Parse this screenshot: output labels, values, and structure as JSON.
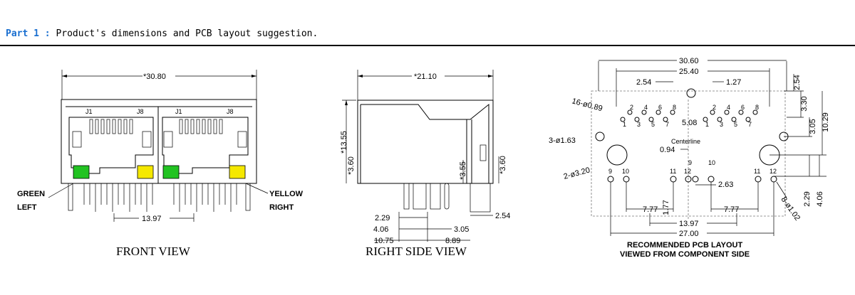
{
  "header": {
    "part_label": "Part 1",
    "separator": " : ",
    "title": "Product's dimensions and PCB layout suggestion."
  },
  "front_view": {
    "caption": "FRONT VIEW",
    "dim_width": "*30.80",
    "dim_pitch": "13.97",
    "pins_left": [
      "J1",
      "J8"
    ],
    "pins_right": [
      "J1",
      "J8"
    ],
    "led_left_label": "GREEN",
    "led_left_sub": "LEFT",
    "led_right_label": "YELLOW",
    "led_right_sub": "RIGHT",
    "colors": {
      "green": "#22c322",
      "yellow": "#f5e800"
    }
  },
  "side_view": {
    "caption": "RIGHT SIDE VIEW",
    "dim_depth": "*21.10",
    "dim_height": "*13.55",
    "dim_left_small": "*3.60",
    "dim_right_a": "*3.55",
    "dim_right_b": "*3.60",
    "dims_bottom": [
      "2.29",
      "4.06",
      "3.05",
      "10.75",
      "8.89",
      "2.54"
    ]
  },
  "pcb_layout": {
    "caption_line1": "RECOMMENDED PCB LAYOUT",
    "caption_line2": "VIEWED FROM COMPONENT SIDE",
    "centerline_label": "Centerline",
    "dims": {
      "overall": "30.60",
      "inner": "25.40",
      "pitch_a": "2.54",
      "pitch_b": "1.27",
      "side_a": "2.54",
      "side_b": "3.30",
      "side_c": "3.05",
      "side_d": "10.29",
      "hole16": "16-ø0.89",
      "hole3": "3-ø1.63",
      "hole2": "2-ø3.20",
      "hole8": "8-ø1.02",
      "center_offset": "5.08",
      "offset_small": "0.94",
      "offset_led": "2.63",
      "led_v": "1.77",
      "led_pitch_a": "7.77",
      "led_pitch_b": "7.77",
      "bottom_a": "13.97",
      "bottom_b": "27.00",
      "right_a": "2.29",
      "right_b": "4.06"
    },
    "pin_numbers_top": [
      "2",
      "4",
      "6",
      "8",
      "2",
      "4",
      "6",
      "8"
    ],
    "pin_numbers_bottom": [
      "1",
      "3",
      "5",
      "7",
      "1",
      "3",
      "5",
      "7"
    ],
    "led_pins": [
      "9",
      "10",
      "11",
      "12",
      "9",
      "10",
      "11",
      "12"
    ]
  }
}
